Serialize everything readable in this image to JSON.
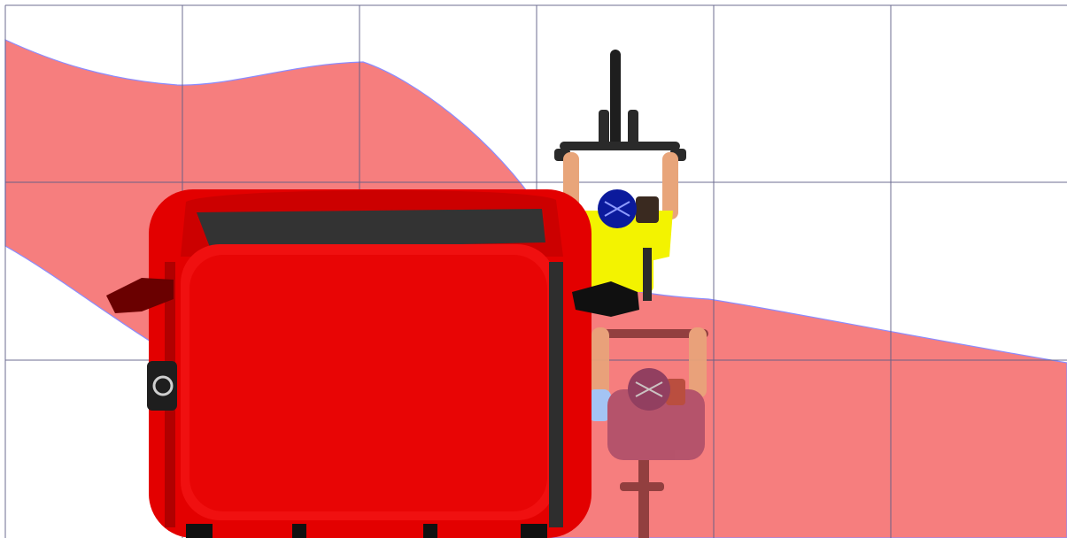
{
  "scene": {
    "subject": "top-view-truck-overtaking-cyclist",
    "colors": {
      "background": "#ffffff",
      "grid_line": "#6b6b8e",
      "danger_zone": "#f45a5a",
      "truck_body": "#e90000",
      "truck_roof": "#f01010",
      "truck_dark": "#2f2f2f",
      "mirror": "#6a0000",
      "cyclist_jersey": "#f3f300",
      "cyclist_helmet": "#0b1a9c",
      "ghost_cyclist": "#b0506a",
      "ghost_sleeve": "#9ecbff",
      "skin": "#e8a57a",
      "bicycle": "#1e1e1e"
    },
    "elements": [
      "danger-zone",
      "grid",
      "truck",
      "cyclist",
      "ghost-cyclist"
    ]
  }
}
